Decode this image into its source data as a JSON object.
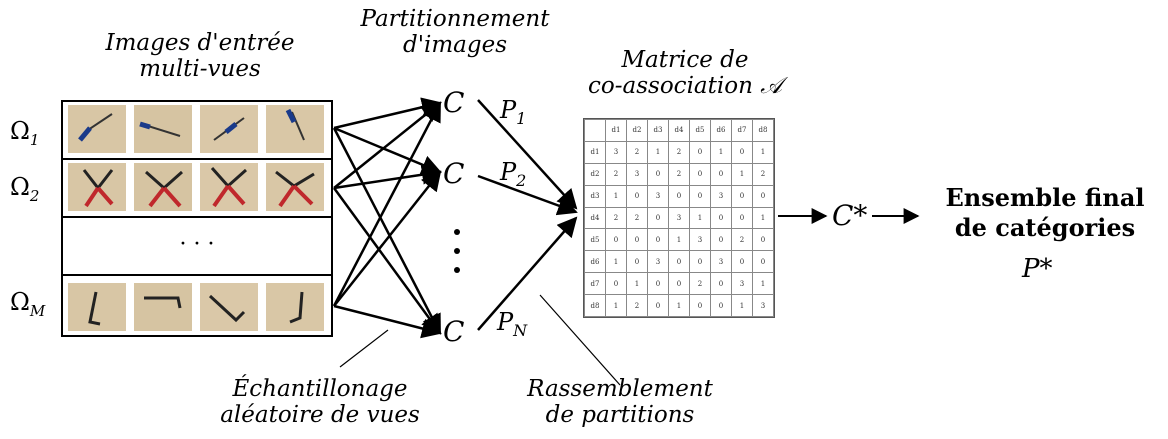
{
  "labels": {
    "input_images": [
      "Images d'entrée",
      "multi-vues"
    ],
    "partitioning": [
      "Partitionnement",
      "d'images"
    ],
    "matrix": [
      "Matrice de",
      "co-association 𝒜"
    ],
    "final_set": [
      "Ensemble final",
      "de catégories"
    ],
    "final_sym": "P*",
    "sampling": [
      "Échantillonage",
      "aléatoire de vues"
    ],
    "gathering": [
      "Rassemblement",
      "de partitions"
    ],
    "dots_row": "· · ·",
    "c_star": "C*"
  },
  "views": [
    {
      "name": "Ω",
      "sub": "1"
    },
    {
      "name": "Ω",
      "sub": "2"
    },
    {
      "name": "Ω",
      "sub": "M"
    }
  ],
  "clusterers": [
    "C",
    "C",
    "C"
  ],
  "partitions": [
    {
      "name": "P",
      "sub": "1"
    },
    {
      "name": "P",
      "sub": "2"
    },
    {
      "name": "P",
      "sub": "N"
    }
  ],
  "matrix": {
    "headers": [
      "",
      "d1",
      "d2",
      "d3",
      "d4",
      "d5",
      "d6",
      "d7",
      "d8"
    ],
    "rows": [
      [
        "d1",
        "3",
        "2",
        "1",
        "2",
        "0",
        "1",
        "0",
        "1"
      ],
      [
        "d2",
        "2",
        "3",
        "0",
        "2",
        "0",
        "0",
        "1",
        "2"
      ],
      [
        "d3",
        "1",
        "0",
        "3",
        "0",
        "0",
        "3",
        "0",
        "0"
      ],
      [
        "d4",
        "2",
        "2",
        "0",
        "3",
        "1",
        "0",
        "0",
        "1"
      ],
      [
        "d5",
        "0",
        "0",
        "0",
        "1",
        "3",
        "0",
        "2",
        "0"
      ],
      [
        "d6",
        "1",
        "0",
        "3",
        "0",
        "0",
        "3",
        "0",
        "0"
      ],
      [
        "d7",
        "0",
        "1",
        "0",
        "0",
        "2",
        "0",
        "3",
        "1"
      ],
      [
        "d8",
        "1",
        "2",
        "0",
        "1",
        "0",
        "0",
        "1",
        "3"
      ]
    ]
  },
  "colors": {
    "photo_bg": "#d9c7a8",
    "tool_red": "#c0282c",
    "tool_dark": "#222222"
  }
}
